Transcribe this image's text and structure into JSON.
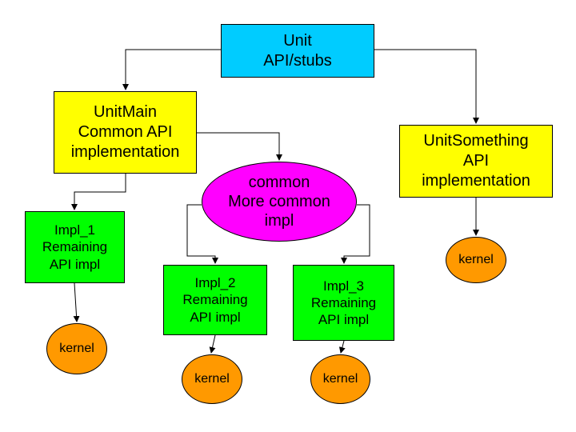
{
  "colors": {
    "api": "#00ccff",
    "impl_main": "#ffff00",
    "common": "#ff00ff",
    "impl": "#00ff00",
    "kernel": "#ff9900"
  },
  "nodes": {
    "unit": [
      "Unit",
      "API/stubs"
    ],
    "unit_main": [
      "UnitMain",
      "Common API",
      "implementation"
    ],
    "unit_something": [
      "UnitSomething",
      "API",
      "implementation"
    ],
    "common": [
      "common",
      "More common",
      "impl"
    ],
    "impl_1": [
      "Impl_1",
      "Remaining",
      "API impl"
    ],
    "impl_2": [
      "Impl_2",
      "Remaining",
      "API impl"
    ],
    "impl_3": [
      "Impl_3",
      "Remaining",
      "API impl"
    ],
    "kernel_1": [
      "kernel"
    ],
    "kernel_2": [
      "kernel"
    ],
    "kernel_3": [
      "kernel"
    ],
    "kernel_4": [
      "kernel"
    ]
  }
}
